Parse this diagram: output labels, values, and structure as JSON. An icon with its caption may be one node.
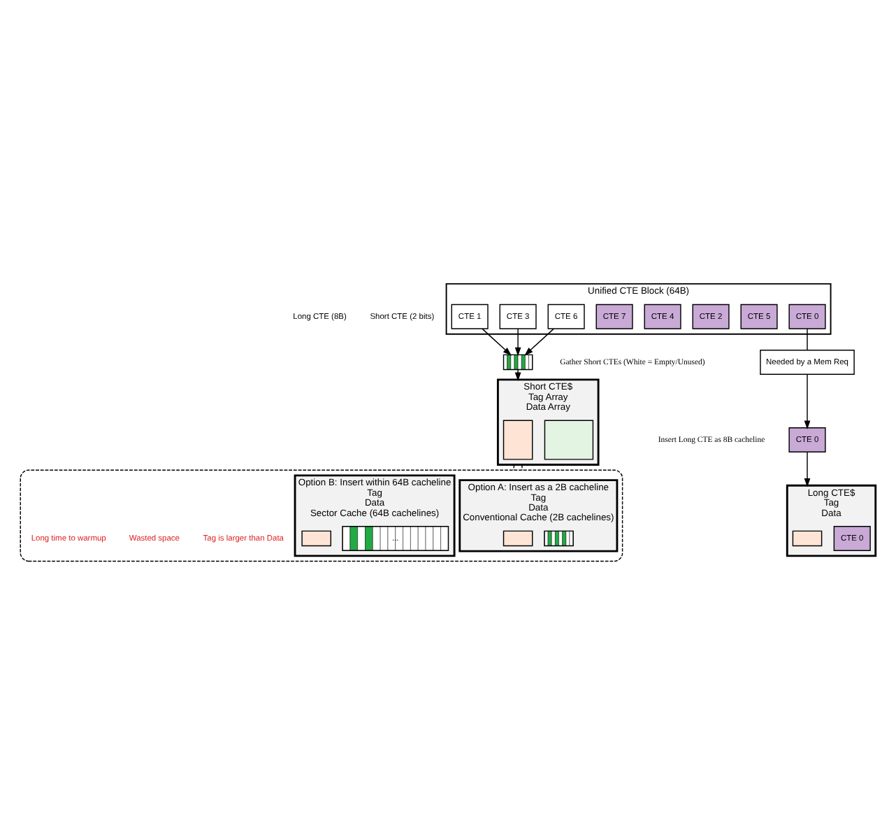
{
  "diagram": {
    "nodes": [
      {
        "text": [
          "Unified CTE Block (64B)"
        ]
      },
      {
        "text": [
          "CTE 0"
        ],
        "in": 0
      },
      {
        "text": [
          "CTE 1"
        ],
        "in": 0
      },
      {
        "text": [
          "CTE 2"
        ],
        "in": 0
      },
      {
        "text": [
          "CTE 3"
        ],
        "in": 0
      },
      {
        "text": [
          "CTE 4"
        ],
        "in": 0
      },
      {
        "text": [
          "CTE 5"
        ],
        "in": 0
      },
      {
        "text": [
          "CTE 6"
        ],
        "in": 0
      },
      {
        "text": [
          "CTE 7"
        ],
        "in": 0
      },
      {
        "text": [
          "Needed by a Mem Req"
        ]
      },
      {
        "text": [
          "CTE 0"
        ],
        "beside": [
          "Insert Long CTE as 8B cacheline"
        ]
      },
      {
        "text": [],
        "shape": "box",
        "beside": [
          "Gather Short CTEs (White = Empty/Unused)"
        ]
      },
      {
        "text": [
          "Long CTE$",
          "Tag",
          "Data"
        ]
      },
      {
        "text": [],
        "shape": "box",
        "in": 12
      },
      {
        "text": [
          "CTE 0"
        ],
        "in": 12
      },
      {
        "text": [
          "Short CTE$",
          "Tag Array",
          "Data Array"
        ]
      },
      {
        "text": [],
        "shape": "box",
        "in": 15
      },
      {
        "text": [],
        "shape": "box",
        "in": 15
      },
      {
        "text": [],
        "shape": "box"
      },
      {
        "text": [
          "Option A: Insert as a 2B cacheline",
          "Tag",
          "Data",
          "Conventional Cache (2B cachelines)"
        ],
        "in": 18
      },
      {
        "text": [],
        "shape": "box",
        "in": 19
      },
      {
        "text": [],
        "shape": "box",
        "in": 19
      },
      {
        "text": [
          "Option B: Insert within 64B cacheline",
          "Tag",
          "Data",
          "Sector Cache (64B cachelines)"
        ],
        "in": 18
      },
      {
        "text": [],
        "shape": "box",
        "in": 22
      },
      {
        "text": [
          "..."
        ],
        "in": 22
      }
    ],
    "edges": [
      {
        "from": 1,
        "to": 9,
        "arrow": "none"
      },
      {
        "from": 9,
        "to": 10,
        "arrow": "to"
      },
      {
        "from": 10,
        "to": 12,
        "arrow": "to"
      },
      {
        "from": 2,
        "to": 11,
        "arrow": "to"
      },
      {
        "from": 4,
        "to": 11,
        "arrow": "to"
      },
      {
        "from": 7,
        "to": 11,
        "arrow": "to"
      },
      {
        "from": 11,
        "to": 15,
        "arrow": "to"
      },
      {
        "from": 15,
        "to": 18,
        "arrow": "none",
        "style": "dashed"
      },
      {
        "from": 15,
        "to": 18,
        "arrow": "none",
        "style": "dashed"
      }
    ],
    "labels": [
      "Long CTE (8B)",
      "Short CTE (2 bits)",
      "Tag is larger than Data",
      "Wasted space",
      "Long time to warmup"
    ]
  }
}
